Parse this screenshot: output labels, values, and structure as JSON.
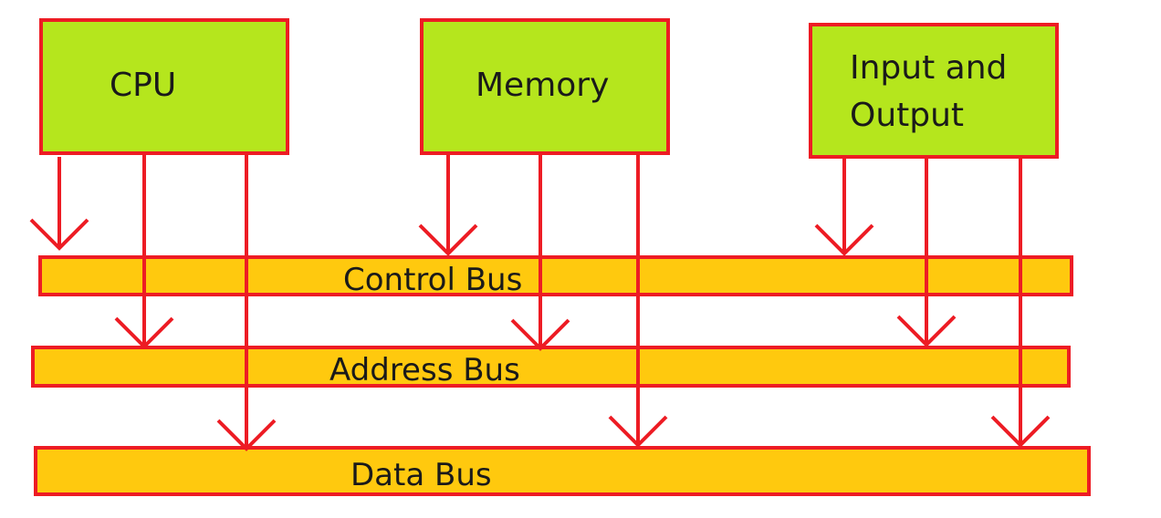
{
  "diagram": {
    "components": [
      {
        "id": "cpu",
        "label_lines": [
          "CPU"
        ]
      },
      {
        "id": "memory",
        "label_lines": [
          "Memory"
        ]
      },
      {
        "id": "io",
        "label_lines": [
          "Input and",
          "Output"
        ]
      }
    ],
    "buses": [
      {
        "id": "control",
        "label": "Control Bus"
      },
      {
        "id": "address",
        "label": "Address Bus"
      },
      {
        "id": "data",
        "label": "Data Bus"
      }
    ],
    "connections": [
      {
        "from": "cpu",
        "to": "control"
      },
      {
        "from": "cpu",
        "to": "address"
      },
      {
        "from": "cpu",
        "to": "data"
      },
      {
        "from": "memory",
        "to": "control"
      },
      {
        "from": "memory",
        "to": "address"
      },
      {
        "from": "memory",
        "to": "data"
      },
      {
        "from": "io",
        "to": "control"
      },
      {
        "from": "io",
        "to": "address"
      },
      {
        "from": "io",
        "to": "data"
      }
    ],
    "colors": {
      "component_fill": "#b5e61d",
      "bus_fill": "#ffc90e",
      "border": "#ed1c24",
      "line": "#ed1c24"
    }
  }
}
